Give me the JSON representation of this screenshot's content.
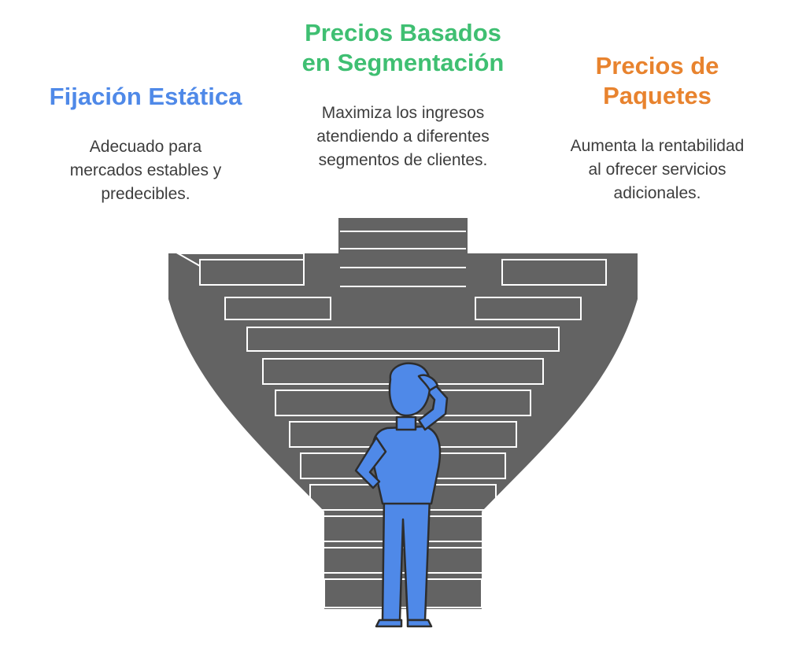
{
  "options": [
    {
      "title": "Fijación Estática",
      "description_lines": [
        "Adecuado para",
        "mercados estables y",
        "predecibles."
      ],
      "color": "#4f89e8"
    },
    {
      "title_lines": [
        "Precios Basados",
        "en Segmentación"
      ],
      "description_lines": [
        "Maximiza los ingresos",
        "atendiendo a diferentes",
        "segmentos de clientes."
      ],
      "color": "#3fbf72"
    },
    {
      "title_lines": [
        "Precios de",
        "Paquetes"
      ],
      "description_lines": [
        "Aumenta la rentabilidad",
        "al ofrecer servicios",
        "adicionales."
      ],
      "color": "#e8832e"
    }
  ],
  "colors": {
    "stairs": "#636363",
    "edge": "#ffffff",
    "person": "#4f89e8",
    "outline": "#2d2d2d"
  },
  "icons": [
    "stairs-illustration",
    "person-icon"
  ]
}
